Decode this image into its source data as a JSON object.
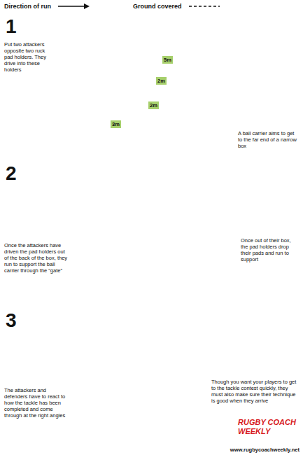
{
  "diagram": {
    "labels": [
      "1",
      "Put two attackers opposite two ruck pad holders. They drive into these holders",
      "5m",
      "2m",
      "2m",
      "3m",
      "A ball carrier aims to get to the far end of a narrow box",
      "2",
      "Once the attackers have driven the pad holders out of the back of the box, they run to support the ball carrier through the “gate”",
      "Once out of their box, the pad holders drop their pads and run to support",
      "3",
      "The attackers and defenders have to react to how the tackle has been completed and come through at the right angles",
      "Though you want your players to get to the tackle contest quickly, they must also make sure their technique is good when they arrive",
      "RUGBY COACH WEEKLY",
      "www.rugbycoachweekly.net"
    ],
    "legend": [
      {
        "text": "Direction of run"
      },
      {
        "text": "Ground covered"
      }
    ]
  }
}
